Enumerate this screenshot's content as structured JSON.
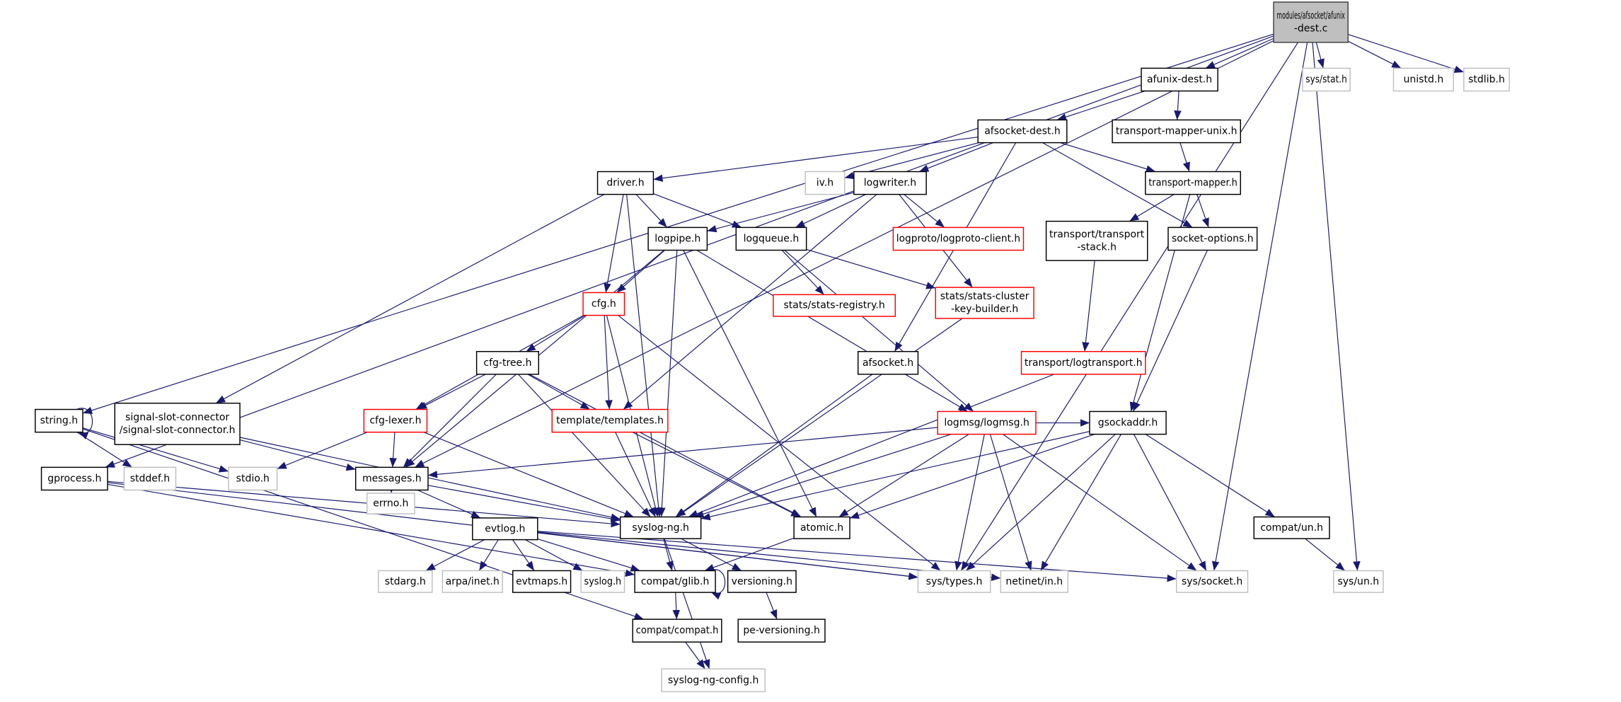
{
  "colors": {
    "edge": "#191970",
    "root_fill": "#bfbfbf",
    "root_border": "#404040",
    "normal_border": "#000000",
    "red_border": "#ff0000",
    "gray_border": "#bfbfbf"
  },
  "nodes": [
    {
      "id": "main",
      "lines": [
        "modules/afsocket/afunix",
        "-dest.c"
      ],
      "style": "root"
    },
    {
      "id": "afunix-dest",
      "lines": [
        "afunix-dest.h"
      ],
      "style": "normal"
    },
    {
      "id": "sys-stat",
      "lines": [
        "sys/stat.h"
      ],
      "style": "gray"
    },
    {
      "id": "unistd",
      "lines": [
        "unistd.h"
      ],
      "style": "gray"
    },
    {
      "id": "stdlib",
      "lines": [
        "stdlib.h"
      ],
      "style": "gray"
    },
    {
      "id": "afsocket-dest",
      "lines": [
        "afsocket-dest.h"
      ],
      "style": "normal"
    },
    {
      "id": "tm-unix",
      "lines": [
        "transport-mapper-unix.h"
      ],
      "style": "normal"
    },
    {
      "id": "iv",
      "lines": [
        "iv.h"
      ],
      "style": "gray"
    },
    {
      "id": "logwriter",
      "lines": [
        "logwriter.h"
      ],
      "style": "normal"
    },
    {
      "id": "driver",
      "lines": [
        "driver.h"
      ],
      "style": "normal"
    },
    {
      "id": "tm",
      "lines": [
        "transport-mapper.h"
      ],
      "style": "normal"
    },
    {
      "id": "logpipe",
      "lines": [
        "logpipe.h"
      ],
      "style": "normal"
    },
    {
      "id": "logqueue",
      "lines": [
        "logqueue.h"
      ],
      "style": "normal"
    },
    {
      "id": "logproto-client",
      "lines": [
        "logproto/logproto-client.h"
      ],
      "style": "red"
    },
    {
      "id": "transport-stack",
      "lines": [
        "transport/transport",
        "-stack.h"
      ],
      "style": "normal"
    },
    {
      "id": "socket-options",
      "lines": [
        "socket-options.h"
      ],
      "style": "normal"
    },
    {
      "id": "cfg",
      "lines": [
        "cfg.h"
      ],
      "style": "red"
    },
    {
      "id": "stats-registry",
      "lines": [
        "stats/stats-registry.h"
      ],
      "style": "red"
    },
    {
      "id": "stats-ckb",
      "lines": [
        "stats/stats-cluster",
        "-key-builder.h"
      ],
      "style": "red"
    },
    {
      "id": "logtransport",
      "lines": [
        "transport/logtransport.h"
      ],
      "style": "red"
    },
    {
      "id": "afsocket",
      "lines": [
        "afsocket.h"
      ],
      "style": "normal"
    },
    {
      "id": "cfg-tree",
      "lines": [
        "cfg-tree.h"
      ],
      "style": "normal"
    },
    {
      "id": "logmsg",
      "lines": [
        "logmsg/logmsg.h"
      ],
      "style": "red"
    },
    {
      "id": "string",
      "lines": [
        "string.h"
      ],
      "style": "normal"
    },
    {
      "id": "ssc",
      "lines": [
        "signal-slot-connector",
        "/signal-slot-connector.h"
      ],
      "style": "normal"
    },
    {
      "id": "cfg-lexer",
      "lines": [
        "cfg-lexer.h"
      ],
      "style": "red"
    },
    {
      "id": "templates",
      "lines": [
        "template/templates.h"
      ],
      "style": "red"
    },
    {
      "id": "gsockaddr",
      "lines": [
        "gsockaddr.h"
      ],
      "style": "normal"
    },
    {
      "id": "gprocess",
      "lines": [
        "gprocess.h"
      ],
      "style": "normal"
    },
    {
      "id": "stddef",
      "lines": [
        "stddef.h"
      ],
      "style": "gray"
    },
    {
      "id": "stdio",
      "lines": [
        "stdio.h"
      ],
      "style": "gray"
    },
    {
      "id": "messages",
      "lines": [
        "messages.h"
      ],
      "style": "normal"
    },
    {
      "id": "errno",
      "lines": [
        "errno.h"
      ],
      "style": "gray"
    },
    {
      "id": "syslog-ng",
      "lines": [
        "syslog-ng.h"
      ],
      "style": "normal"
    },
    {
      "id": "atomic",
      "lines": [
        "atomic.h"
      ],
      "style": "normal"
    },
    {
      "id": "compat-un",
      "lines": [
        "compat/un.h"
      ],
      "style": "normal"
    },
    {
      "id": "evtlog",
      "lines": [
        "evtlog.h"
      ],
      "style": "normal"
    },
    {
      "id": "stdarg",
      "lines": [
        "stdarg.h"
      ],
      "style": "gray"
    },
    {
      "id": "arpa-inet",
      "lines": [
        "arpa/inet.h"
      ],
      "style": "gray"
    },
    {
      "id": "evtmaps",
      "lines": [
        "evtmaps.h"
      ],
      "style": "normal"
    },
    {
      "id": "syslog",
      "lines": [
        "syslog.h"
      ],
      "style": "gray"
    },
    {
      "id": "compat-glib",
      "lines": [
        "compat/glib.h"
      ],
      "style": "normal"
    },
    {
      "id": "versioning",
      "lines": [
        "versioning.h"
      ],
      "style": "normal"
    },
    {
      "id": "sys-types",
      "lines": [
        "sys/types.h"
      ],
      "style": "gray"
    },
    {
      "id": "netinet-in",
      "lines": [
        "netinet/in.h"
      ],
      "style": "gray"
    },
    {
      "id": "sys-socket",
      "lines": [
        "sys/socket.h"
      ],
      "style": "gray"
    },
    {
      "id": "sys-un",
      "lines": [
        "sys/un.h"
      ],
      "style": "gray"
    },
    {
      "id": "compat-compat",
      "lines": [
        "compat/compat.h"
      ],
      "style": "normal"
    },
    {
      "id": "pe-versioning",
      "lines": [
        "pe-versioning.h"
      ],
      "style": "normal"
    },
    {
      "id": "syslog-ng-config",
      "lines": [
        "syslog-ng-config.h"
      ],
      "style": "gray"
    }
  ],
  "edges": [
    [
      "main",
      "afunix-dest"
    ],
    [
      "main",
      "sys-stat"
    ],
    [
      "main",
      "unistd"
    ],
    [
      "main",
      "stdlib"
    ],
    [
      "main",
      "sys-socket"
    ],
    [
      "main",
      "sys-un"
    ],
    [
      "main",
      "sys-types"
    ],
    [
      "main",
      "string"
    ],
    [
      "main",
      "gprocess"
    ],
    [
      "main",
      "messages"
    ],
    [
      "afunix-dest",
      "afsocket-dest"
    ],
    [
      "afunix-dest",
      "tm-unix"
    ],
    [
      "tm-unix",
      "tm"
    ],
    [
      "afsocket-dest",
      "driver"
    ],
    [
      "afsocket-dest",
      "iv"
    ],
    [
      "afsocket-dest",
      "logwriter"
    ],
    [
      "afsocket-dest",
      "tm"
    ],
    [
      "afsocket-dest",
      "socket-options"
    ],
    [
      "afsocket-dest",
      "afsocket"
    ],
    [
      "tm",
      "transport-stack"
    ],
    [
      "tm",
      "socket-options"
    ],
    [
      "tm",
      "gsockaddr"
    ],
    [
      "transport-stack",
      "logtransport"
    ],
    [
      "socket-options",
      "gsockaddr"
    ],
    [
      "logtransport",
      "syslog-ng"
    ],
    [
      "logwriter",
      "logpipe"
    ],
    [
      "logwriter",
      "logqueue"
    ],
    [
      "logwriter",
      "logproto-client"
    ],
    [
      "logwriter",
      "stats-ckb"
    ],
    [
      "logwriter",
      "templates"
    ],
    [
      "logqueue",
      "stats-registry"
    ],
    [
      "logqueue",
      "stats-ckb"
    ],
    [
      "logqueue",
      "logmsg"
    ],
    [
      "stats-ckb",
      "syslog-ng"
    ],
    [
      "driver",
      "logpipe"
    ],
    [
      "driver",
      "logqueue"
    ],
    [
      "driver",
      "cfg"
    ],
    [
      "driver",
      "ssc"
    ],
    [
      "driver",
      "syslog-ng"
    ],
    [
      "logpipe",
      "cfg"
    ],
    [
      "logpipe",
      "messages"
    ],
    [
      "logpipe",
      "syslog-ng"
    ],
    [
      "logpipe",
      "atomic"
    ],
    [
      "logpipe",
      "logmsg"
    ],
    [
      "cfg",
      "cfg-tree"
    ],
    [
      "cfg",
      "cfg-lexer"
    ],
    [
      "cfg",
      "templates"
    ],
    [
      "cfg",
      "syslog-ng"
    ],
    [
      "cfg",
      "sys-types"
    ],
    [
      "cfg-tree",
      "cfg-lexer"
    ],
    [
      "cfg-tree",
      "templates"
    ],
    [
      "cfg-tree",
      "messages"
    ],
    [
      "cfg-tree",
      "syslog-ng"
    ],
    [
      "cfg-tree",
      "atomic"
    ],
    [
      "cfg-lexer",
      "stdio"
    ],
    [
      "cfg-lexer",
      "messages"
    ],
    [
      "cfg-lexer",
      "syslog-ng"
    ],
    [
      "templates",
      "syslog-ng"
    ],
    [
      "templates",
      "atomic"
    ],
    [
      "afsocket",
      "syslog-ng"
    ],
    [
      "logmsg",
      "messages"
    ],
    [
      "logmsg",
      "syslog-ng"
    ],
    [
      "logmsg",
      "atomic"
    ],
    [
      "logmsg",
      "gsockaddr"
    ],
    [
      "logmsg",
      "sys-types"
    ],
    [
      "logmsg",
      "netinet-in"
    ],
    [
      "logmsg",
      "sys-socket"
    ],
    [
      "gsockaddr",
      "syslog-ng"
    ],
    [
      "gsockaddr",
      "atomic"
    ],
    [
      "gsockaddr",
      "compat-un"
    ],
    [
      "gsockaddr",
      "sys-types"
    ],
    [
      "gsockaddr",
      "netinet-in"
    ],
    [
      "gsockaddr",
      "sys-socket"
    ],
    [
      "compat-un",
      "sys-un"
    ],
    [
      "string",
      "string"
    ],
    [
      "string",
      "stddef"
    ],
    [
      "string",
      "stdio"
    ],
    [
      "string",
      "compat-compat"
    ],
    [
      "ssc",
      "messages"
    ],
    [
      "ssc",
      "syslog-ng"
    ],
    [
      "gprocess",
      "syslog-ng"
    ],
    [
      "gprocess",
      "compat-glib"
    ],
    [
      "gprocess",
      "sys-types"
    ],
    [
      "messages",
      "errno"
    ],
    [
      "messages",
      "evtlog"
    ],
    [
      "messages",
      "syslog-ng"
    ],
    [
      "syslog-ng",
      "compat-glib"
    ],
    [
      "syslog-ng",
      "versioning"
    ],
    [
      "syslog-ng",
      "syslog-ng-config"
    ],
    [
      "atomic",
      "compat-glib"
    ],
    [
      "evtlog",
      "stdarg"
    ],
    [
      "evtlog",
      "arpa-inet"
    ],
    [
      "evtlog",
      "evtmaps"
    ],
    [
      "evtlog",
      "syslog"
    ],
    [
      "evtlog",
      "compat-glib"
    ],
    [
      "evtlog",
      "sys-types"
    ],
    [
      "evtlog",
      "netinet-in"
    ],
    [
      "evtlog",
      "sys-socket"
    ],
    [
      "compat-glib",
      "compat-glib"
    ],
    [
      "compat-glib",
      "compat-compat"
    ],
    [
      "versioning",
      "pe-versioning"
    ],
    [
      "compat-compat",
      "syslog-ng-config"
    ]
  ]
}
